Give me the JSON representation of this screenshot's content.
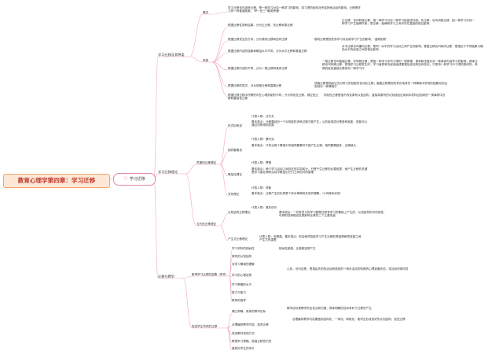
{
  "root": "教育心理学第四章：学习迁移",
  "center": "学习迁移",
  "heart_icon": "heart-outline-icon",
  "colors": {
    "line": "#f2a8b8",
    "root_bg": "#fde7d6",
    "root_border": "#f3a36b",
    "root_text": "#c0392b",
    "heart": "#d64566"
  },
  "branches": {
    "b1": {
      "label": "学习迁移及其种类",
      "concept": "概念",
      "concept_text": "学习迁移也叫训练迁移，是一种学习对另一种学习的影响，或习得的经验对完成其他活动的影响。迁移是学习的一种普遍现象，“举一反三”“触类旁通”",
      "types": "种类",
      "t1": "根据迁移性质和结果，分为正迁移、负迁移和零迁移",
      "t1a": "正迁移：也叫积极迁移，指一种学习对另一种学习起促进作用；负迁移：也叫消极迁移，指一种学习对另一种学习产生阻碍作用；零迁移：指两种学习之间不存在直接的相互影响",
      "t2": "根据迁移发生的方向，分为顺向迁移和逆向迁移",
      "t2a": "顺向迁移是指先前学习对后继学习产生的影响，“温故知新”",
      "t3": "根据迁移内容的抽象和概括水平不同，分为水平迁移和垂直迁移",
      "t3a": "水平迁移也叫横向迁移，是同一水平的学习活动之间产生的影响；垂直迁移也叫纵向迁移，是指处于不同抽象与概括水平的经验之间的相互影响",
      "t4": "根据迁移内容的不同，分为一般迁移和具体迁移",
      "t4a": "一般迁移也叫普遍迁移、非特殊迁移，是指一种学习中所习得的一般原理、原则和态度对另一种具体内容学习的影响；具体迁移也叫特殊迁移，是指学习迁移发生时，学习者原有的经验组成要素及其结构没有变化，只是将一种学习中习得的具体的、特殊的经验直接迁移到另一种学习中",
      "t5": "根据迁移的层次，分为低路迁移和高路迁移",
      "t5a": "低路迁移是指经过充分练习的技能的自动化迁移；高路迁移是指有意识地将在一种情境中学到的抽象知识运用到另一种情境中",
      "t6": "根据迁移过程中所需的内在心理机制的不同，分为同化性迁移、顺应性迁移和重组性迁移",
      "t6a": "同化性迁移是指不改变原有认知结构，直接将原有的认知经验应用到本质特征相同的一类事物中去"
    },
    "b2": {
      "label": "学习迁移理论",
      "early": "早期的迁移理论",
      "formal": "形式训练说",
      "formal_rep": "代表人物：沃尔夫",
      "formal_text": "基本观点：迁移要经历一个对官能的训练过程才能产生；心的组成成分是各种官能，官能可以通过训练得到发展",
      "identical": "相同要素说",
      "identical_rep": "代表人物：桑代克",
      "identical_text": "基本观点：只有当两个情境中有相同要素时才能产生迁移；相同要素越多，迁移越大",
      "general": "概括化理论",
      "general_rep": "代表人物：贾德",
      "general_text": "基本观点：两个学习活动之间存在的共同成分，只是产生迁移的必要前提，而产生迁移的关键是学习者在两种活动中概括出它们之间的共同原理",
      "relation": "关系理论",
      "relation_rep": "代表人物：苛勒",
      "relation_text": "基本观点：迁移产生的实质是个体对事物间关系的理解，“小鸡啄米实验”",
      "modern": "当代的迁移理论",
      "structure": "认知结构迁移理论",
      "structure_rep": "代表人物：奥苏伯尔",
      "structure_text": "基本观点：一切有意义的学习都是在原有学习的基础上产生的，认知结构的可利用性、可辨别性和稳定性是影响迁移的三个主要变量",
      "production": "产生式迁移理论",
      "production_text": "代表人物：安德森。基本观点：前后两项技能学习产生迁移的原因是两项技能之间产生式的重叠"
    },
    "b3": {
      "label": "迁移与教学",
      "factors": "影响学习迁移的因素（条件）",
      "f1": "学习材料的相似性",
      "f1a": "相似性越高，迁移越容易产生",
      "f2": "原有的认知结构",
      "f3": "学习的心理定势",
      "f3a": "心向，也叫定势，是指由先前的活动而造成的一种对活动的特殊的心理准备状态，或活动的倾向性",
      "f4": "对学习情境的理解",
      "f5": "学习策略的水平",
      "f6": "智力与能力",
      "f7": "教师的指导",
      "promote": "促进学生有效的迁移",
      "p1": "确立明确、具体的教学目标",
      "p1a": "教学目标是教学的出发点和归宿，具体明确的目标有利于迁移的产生",
      "p2": "合理编排教学内容，促进迁移",
      "p2a": "合理编排教学内容要做到结构化、一体化、网络化，使学生形成良好的认知结构，促进迁移",
      "p3": "改进教材呈现方式",
      "p4": "教授学习策略，提高迁移意识性",
      "p5": "重视对学生的评价"
    }
  }
}
